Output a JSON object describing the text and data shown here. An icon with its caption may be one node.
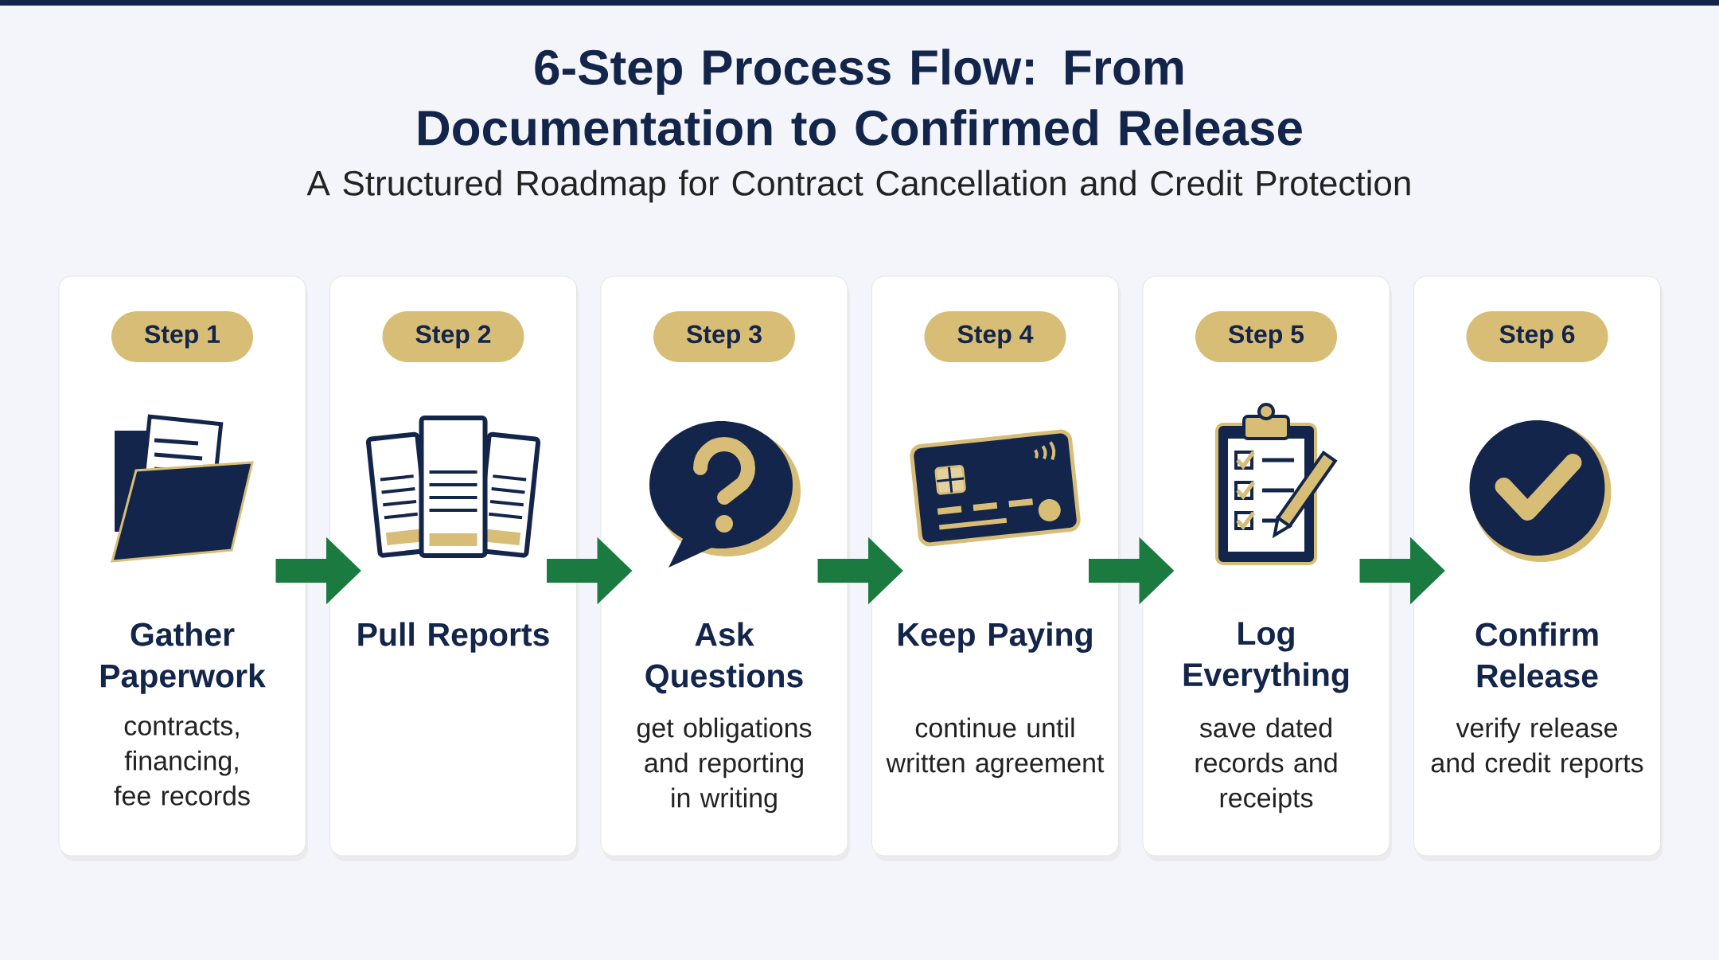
{
  "diagram": {
    "title": "6-Step Process Flow: From Documentation to Confirmed Release",
    "nodes": [
      {
        "text": [
          "Step 1",
          "Gather Paperwork",
          "contracts, financing, fee records"
        ]
      },
      {
        "text": [
          "Step 2",
          "Pull Reports"
        ]
      },
      {
        "text": [
          "Step 3",
          "Ask Questions",
          "get obligations and reporting in writing"
        ]
      },
      {
        "text": [
          "Step 4",
          "Keep Paying",
          "continue until written agreement"
        ]
      },
      {
        "text": [
          "Step 5",
          "Log Everything",
          "save dated records and receipts"
        ]
      },
      {
        "text": [
          "Step 6",
          "Confirm Release",
          "verify release and credit reports"
        ]
      }
    ],
    "edges": [
      {
        "from": 0,
        "to": 1,
        "arrow": "to"
      },
      {
        "from": 1,
        "to": 2,
        "arrow": "to"
      },
      {
        "from": 2,
        "to": 3,
        "arrow": "to"
      },
      {
        "from": 3,
        "to": 4,
        "arrow": "to"
      },
      {
        "from": 4,
        "to": 5,
        "arrow": "to"
      }
    ],
    "labels": [
      "A Structured Roadmap for Contract Cancellation and Credit Protection"
    ]
  }
}
